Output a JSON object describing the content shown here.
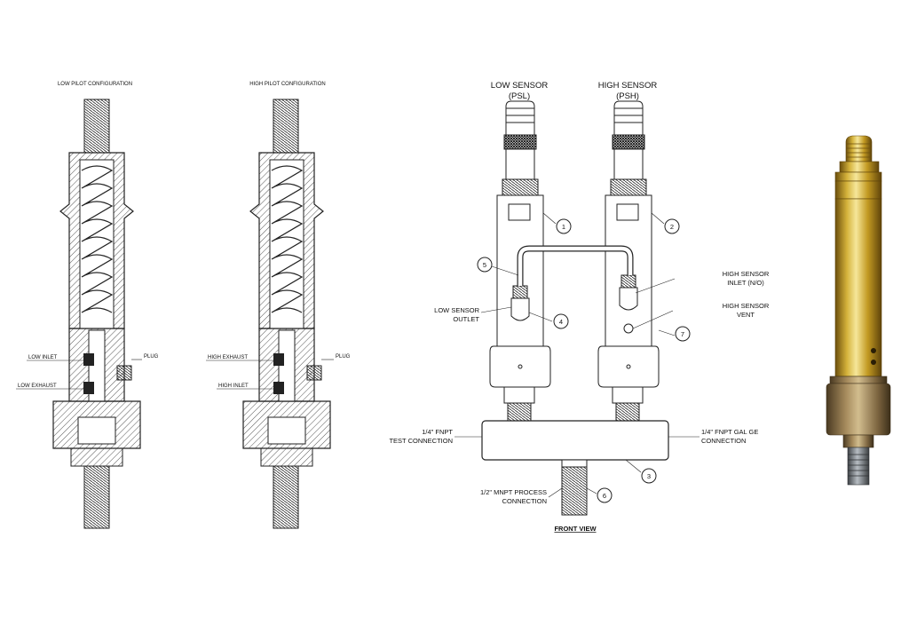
{
  "sectional_views": {
    "low_pilot": {
      "title": "LOW PILOT CONFIGURATION",
      "label_inlet": "LOW INLET",
      "label_exhaust": "LOW EXHAUST",
      "label_plug": "PLUG"
    },
    "high_pilot": {
      "title": "HIGH PILOT CONFIGURATION",
      "label_exhaust": "HIGH EXHAUST",
      "label_inlet": "HIGH INLET",
      "label_plug": "PLUG"
    }
  },
  "front_view": {
    "title": "FRONT VIEW",
    "low_sensor": {
      "line1": "LOW SENSOR",
      "line2": "(PSL)"
    },
    "high_sensor": {
      "line1": "HIGH SENSOR",
      "line2": "(PSH)"
    },
    "high_sensor_inlet": {
      "line1": "HIGH SENSOR",
      "line2": "INLET (N/O)"
    },
    "high_sensor_vent": {
      "line1": "HIGH SENSOR",
      "line2": "VENT"
    },
    "low_sensor_outlet": {
      "line1": "LOW SENSOR",
      "line2": "OUTLET"
    },
    "test_connection": {
      "line1": "1/4\" FNPT",
      "line2": "TEST CONNECTION"
    },
    "gauge_connection": {
      "line1": "1/4\" FNPT GAL GE",
      "line2": "CONNECTION"
    },
    "process_connection": {
      "line1": "1/2\" MNPT PROCESS",
      "line2": "CONNECTION"
    },
    "callouts": [
      "1",
      "2",
      "3",
      "4",
      "5",
      "6",
      "7"
    ]
  },
  "colors": {
    "line": "#222222",
    "hatch": "#555555",
    "brass": "#c9a227",
    "brass_dark": "#7a5a12",
    "brass_light": "#f3df7a",
    "steel": "#8a8f94"
  }
}
